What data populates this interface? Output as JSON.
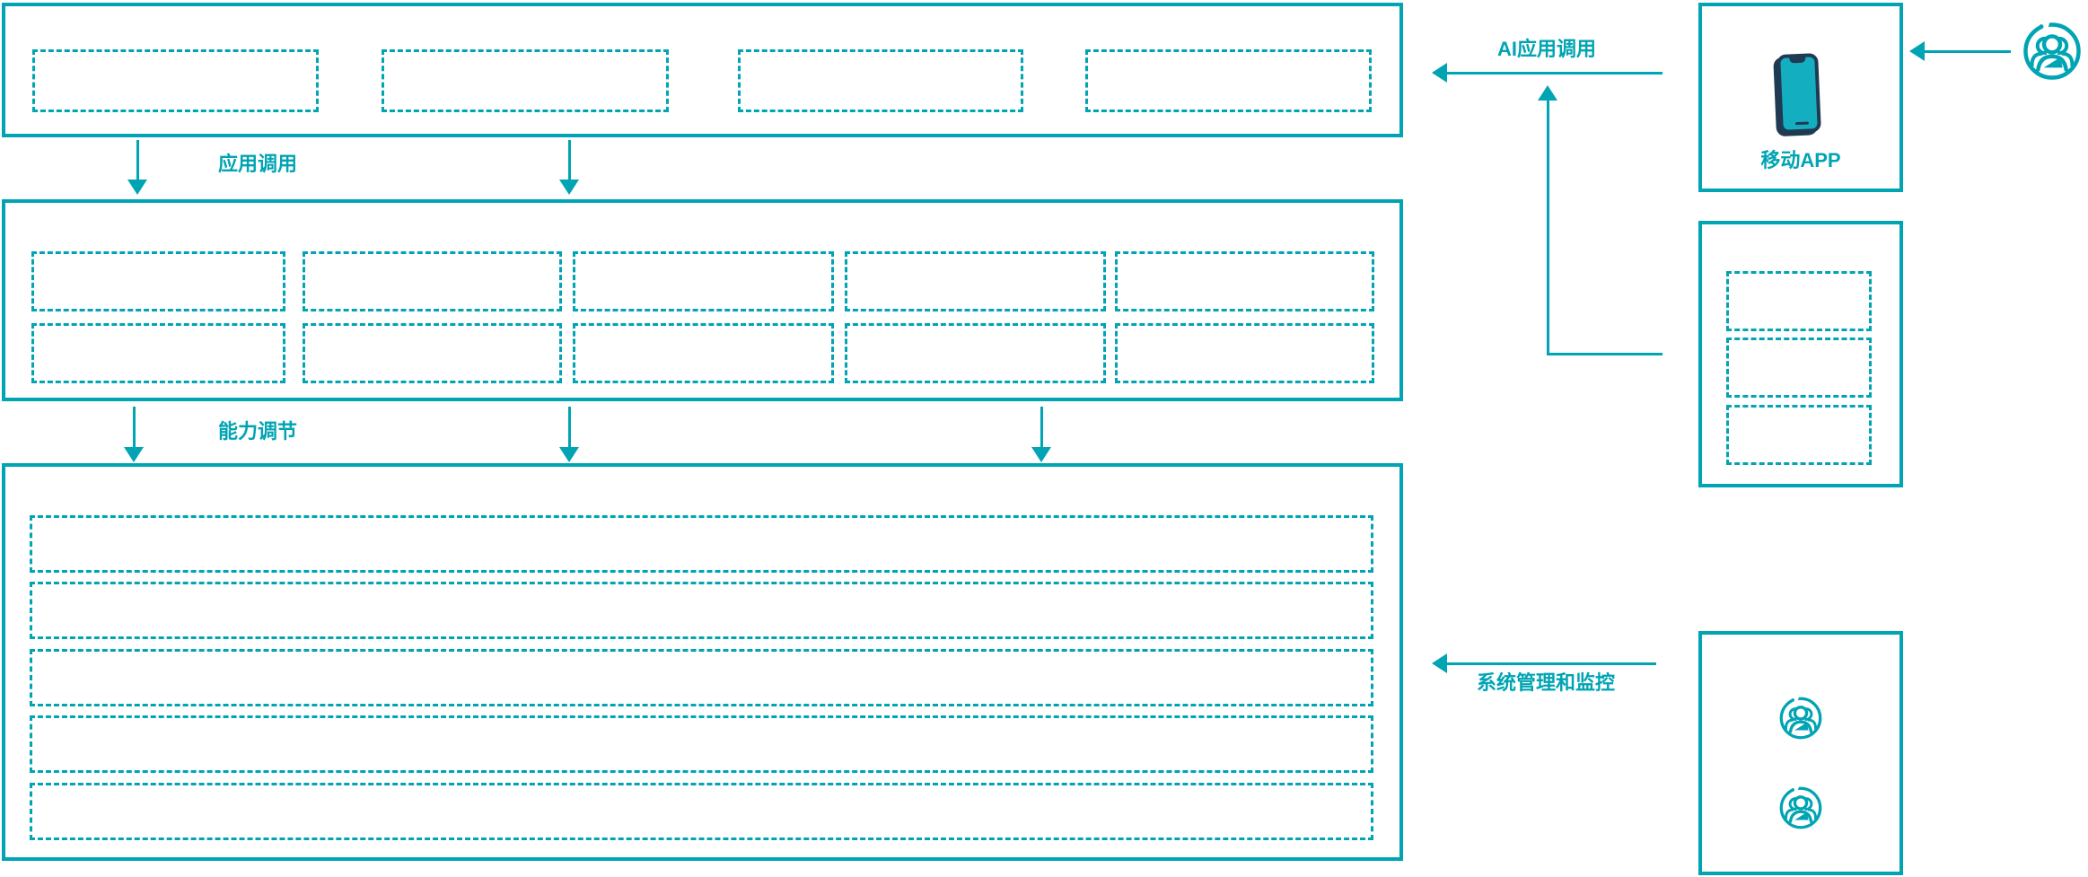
{
  "colors": {
    "teal": "#00A4B3",
    "navy": "#1F3A52",
    "phone_screen": "#13AEC0",
    "background": "#FFFFFF"
  },
  "flows": {
    "app_call": "应用调用",
    "capability_tuning": "能力调节",
    "ai_app_call": "AI应用调用",
    "system_management": "系统管理和监控"
  },
  "layers": {
    "top": {
      "placeholder_count": 4
    },
    "middle": {
      "placeholder_rows": 2,
      "placeholder_cols": 5
    },
    "bottom": {
      "placeholder_bar_count": 5
    }
  },
  "right_panel": {
    "mobile_app": {
      "label": "移动APP",
      "icon": "mobile-phone-icon"
    },
    "service_box": {
      "placeholder_count": 3
    },
    "admin_box": {
      "user_icon_count": 2,
      "icon": "user-group-icon"
    },
    "user": {
      "icon": "user-group-icon"
    }
  }
}
